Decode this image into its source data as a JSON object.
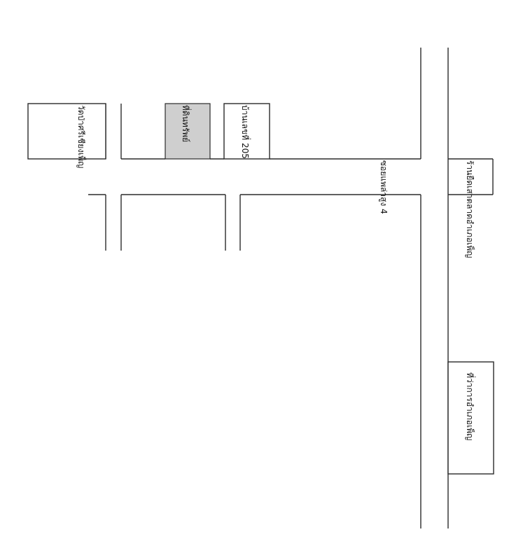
{
  "map": {
    "places": {
      "property": "ที่ดินทรัพย์",
      "house": "บ้านเลขที่ 205",
      "temple": "วัดป่าศรีเชียงเพ็ญ",
      "hospital": "ร้านยืดเสาตลาดอำเภอเพ็ญ",
      "district_office": "ที่ว่าการอำเภอเพ็ญ"
    },
    "roads": {
      "soi": "ซอยแพล่าสูง 4"
    },
    "colors": {
      "line": "#2b2b2b",
      "highlight_fill": "#cfcfcf",
      "background": "#ffffff"
    }
  }
}
